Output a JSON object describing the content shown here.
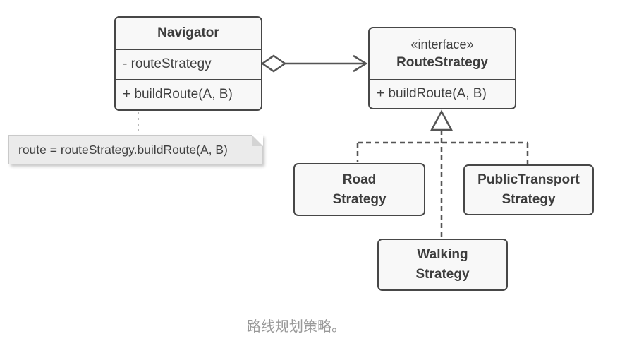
{
  "diagram": {
    "caption": "路线规划策略。",
    "navigator": {
      "title": "Navigator",
      "attribute": "- routeStrategy",
      "method": "+ buildRoute(A, B)"
    },
    "route_strategy": {
      "stereotype": "«interface»",
      "title": "RouteStrategy",
      "method": "+ buildRoute(A, B)"
    },
    "road_strategy": {
      "line1": "Road",
      "line2": "Strategy"
    },
    "public_transport_strategy": {
      "line1": "PublicTransport",
      "line2": "Strategy"
    },
    "walking_strategy": {
      "line1": "Walking",
      "line2": "Strategy"
    },
    "note": {
      "text": "route = routeStrategy.buildRoute(A, B)"
    },
    "icons": {
      "aggregation": "hollow-diamond",
      "association": "open-arrowhead",
      "realization": "hollow-triangle"
    },
    "colors": {
      "box_border": "#474747",
      "box_fill": "#f8f8f8",
      "text": "#404040",
      "title_text": "#3d3d3d",
      "line": "#555555",
      "note_fill": "#ebebeb",
      "note_border": "#c9c9c9",
      "note_connector": "#b9b9b9",
      "caption": "#999999"
    }
  }
}
